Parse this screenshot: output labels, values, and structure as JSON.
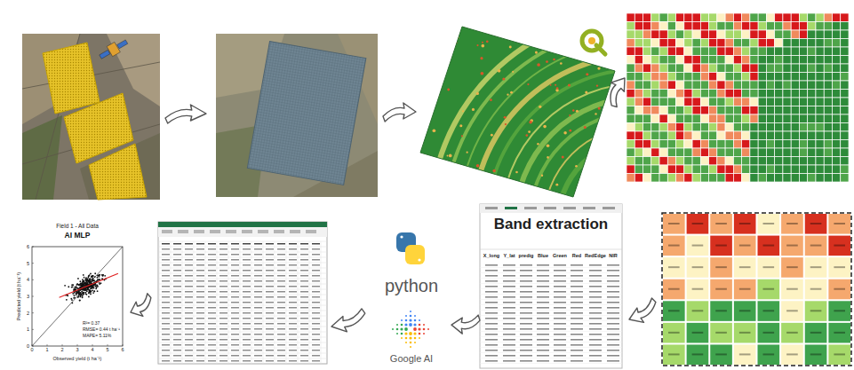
{
  "diagram": {
    "nodes": [
      {
        "text": [
          "Band extraction"
        ]
      },
      {
        "text": [
          "python",
          "Google AI"
        ]
      },
      {
        "text": [
          "Field 1 - All Data",
          "AI MLP"
        ]
      }
    ],
    "edges": [
      {
        "from": 0,
        "to": 1,
        "arrow": "to"
      }
    ],
    "labels": [
      "X_long",
      "Y_lat",
      "predig",
      "Blue",
      "Green",
      "Red",
      "RedEdge",
      "NIR",
      "Predicted yield (t ha⁻¹)",
      "Observed yield (t ha⁻¹)",
      "R²= 0.37",
      "RMSE= 0.44 t ha⁻¹",
      "MAPE= 5.11%",
      "0",
      "1",
      "2",
      "3",
      "4",
      "5",
      "6",
      "0",
      "1",
      "2",
      "3",
      "4",
      "5",
      "6"
    ]
  }
}
